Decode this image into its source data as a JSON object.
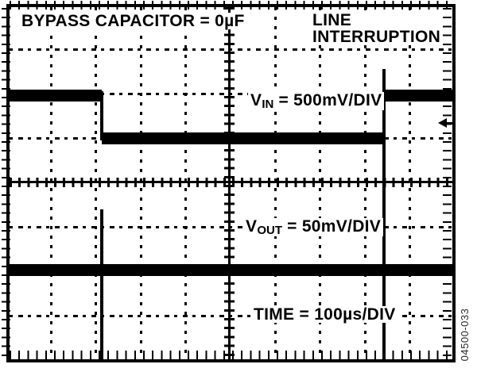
{
  "figure": {
    "annotations": {
      "bypass": "BYPASS CAPACITOR = 0µF",
      "event_line1": "LINE",
      "event_line2": "INTERRUPTION",
      "vin_symbol": "V",
      "vin_sub": "IN",
      "vin_scale": " = 500mV/DIV",
      "vout_symbol": "V",
      "vout_sub": "OUT",
      "vout_scale": " = 50mV/DIV",
      "time_label": "TIME = 100µs/DIV",
      "figure_number": "04500-033"
    },
    "colors": {
      "ink": "#000000",
      "background": "#ffffff",
      "figure_number_ink": "#2b2b2b"
    }
  },
  "chart_data": {
    "type": "line",
    "title": "LINE INTERRUPTION — BYPASS CAPACITOR = 0µF",
    "x_axis": {
      "label": "TIME",
      "scale_per_div": "100µs/DIV",
      "divisions": 10
    },
    "grid": {
      "x_divisions": 10,
      "y_divisions": 8,
      "minor_ticks_per_div": 5,
      "style": "dash-dot major gridlines, solid ticked center axes, solid border"
    },
    "series": [
      {
        "name": "VIN",
        "scale_per_div": "500mV/DIV",
        "description": "Input rail high for ~2.1 div, interrupted (drops 1 div = 500mV) for ~6.3 div (~630µs), then restored with a tall upward spike at the rising edge",
        "segments_div": [
          {
            "x": [
              0,
              2.13
            ],
            "y_div_from_top": 2
          },
          {
            "x": [
              2.13,
              2.13
            ],
            "y_div_from_top": [
              2,
              3
            ]
          },
          {
            "x": [
              2.13,
              8.42
            ],
            "y_div_from_top": 3
          },
          {
            "x": [
              8.42,
              8.42
            ],
            "y_div_from_top": [
              3,
              2
            ]
          },
          {
            "x": [
              8.42,
              10
            ],
            "y_div_from_top": 2
          }
        ],
        "events": [
          {
            "x_div": 2.13,
            "type": "falling-edge"
          },
          {
            "x_div": 8.42,
            "type": "rising-edge",
            "spike_span_div_from_top": [
              1.45,
              8
            ]
          }
        ]
      },
      {
        "name": "VOUT",
        "scale_per_div": "50mV/DIV",
        "description": "Output remains flat at 6 div from top with narrow transient glitches at interruption start and end",
        "segments_div": [
          {
            "x": [
              0,
              10
            ],
            "y_div_from_top": 6
          }
        ],
        "events": [
          {
            "x_div": 2.13,
            "type": "glitch",
            "spike_span_div_from_top": [
              4.6,
              8
            ]
          },
          {
            "x_div": 8.42,
            "type": "glitch",
            "spike_span_div_from_top": [
              1.45,
              8
            ]
          }
        ]
      }
    ],
    "marker": {
      "type": "left-arrow",
      "position": "right-edge",
      "y_div_from_top": 2.65
    },
    "noise": "traces drawn as thick fuzzy bands (~0.25 div thick)"
  }
}
